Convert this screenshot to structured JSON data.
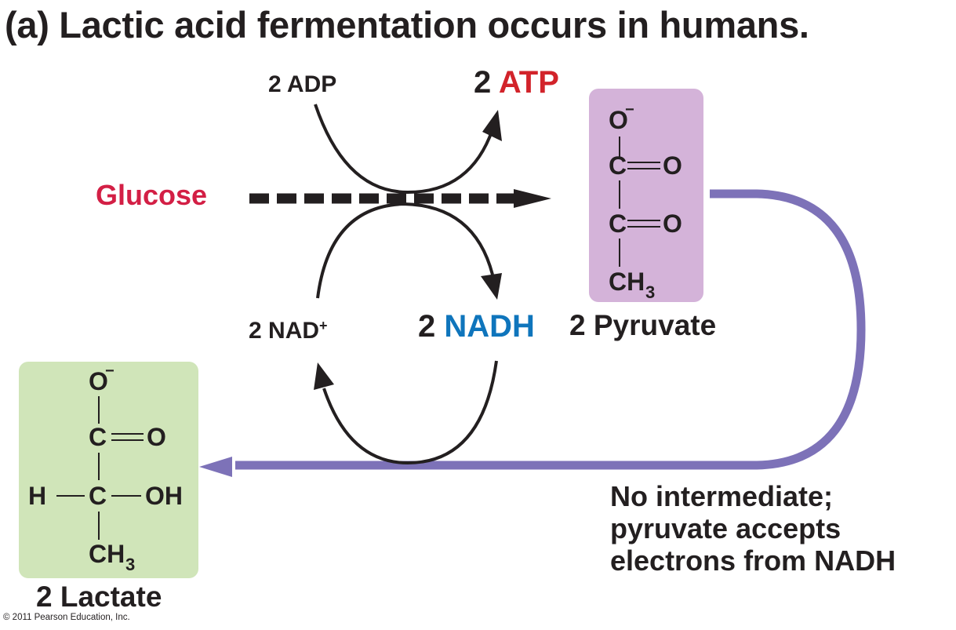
{
  "title": "(a) Lactic acid fermentation occurs in humans.",
  "colors": {
    "atp_red": "#d2232a",
    "glucose_red": "#d31f45",
    "nadh_blue": "#0f75bc",
    "pathway_purple": "#7d72b8",
    "pyruvate_box": "#d4b3d9",
    "lactate_box": "#d0e5b9",
    "text": "#231f20"
  },
  "inputs": {
    "glucose": "Glucose",
    "adp": {
      "coef": "2",
      "name": "ADP"
    },
    "atp": {
      "coef": "2",
      "name": "ATP"
    },
    "nad": {
      "coef": "2",
      "name": "NAD",
      "charge": "+"
    },
    "nadh": {
      "coef": "2",
      "name": "NADH"
    }
  },
  "pyruvate": {
    "label": "2 Pyruvate",
    "atoms": {
      "top": "O",
      "top_charge": "−",
      "c1": "C",
      "o1": "O",
      "c2": "C",
      "o2": "O",
      "ch3": "CH",
      "ch3_sub": "3"
    }
  },
  "lactate": {
    "label": "2 Lactate",
    "atoms": {
      "top": "O",
      "top_charge": "−",
      "c1": "C",
      "o1": "O",
      "h": "H",
      "c2": "C",
      "oh": "OH",
      "ch3": "CH",
      "ch3_sub": "3"
    }
  },
  "note": {
    "line1": "No intermediate;",
    "line2": "pyruvate accepts",
    "line3": "electrons from NADH"
  },
  "copyright": "© 2011 Pearson Education, Inc."
}
